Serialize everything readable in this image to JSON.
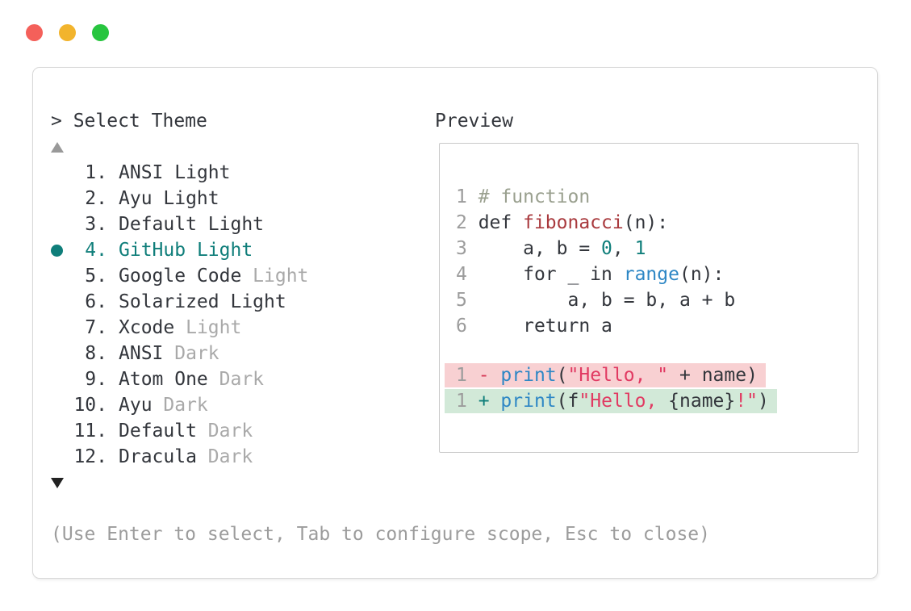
{
  "window": {
    "traffic_lights": [
      {
        "name": "close",
        "color": "#f4605a"
      },
      {
        "name": "minimize",
        "color": "#f2b42d"
      },
      {
        "name": "zoom",
        "color": "#27c53f"
      }
    ]
  },
  "theme_picker": {
    "title": "> Select Theme",
    "accent_color": "#0f7e7a",
    "text_color": "#33363c",
    "dim_color": "#a9a9a9",
    "scroll_up_icon": "triangle-up",
    "scroll_down_icon": "triangle-down",
    "items": [
      {
        "num": "1.",
        "name": "ANSI",
        "variant": "Light",
        "variant_dim": false,
        "selected": false
      },
      {
        "num": "2.",
        "name": "Ayu",
        "variant": "Light",
        "variant_dim": false,
        "selected": false
      },
      {
        "num": "3.",
        "name": "Default",
        "variant": "Light",
        "variant_dim": false,
        "selected": false
      },
      {
        "num": "4.",
        "name": "GitHub",
        "variant": "Light",
        "variant_dim": false,
        "selected": true
      },
      {
        "num": "5.",
        "name": "Google Code",
        "variant": "Light",
        "variant_dim": true,
        "selected": false
      },
      {
        "num": "6.",
        "name": "Solarized",
        "variant": "Light",
        "variant_dim": false,
        "selected": false
      },
      {
        "num": "7.",
        "name": "Xcode",
        "variant": "Light",
        "variant_dim": true,
        "selected": false
      },
      {
        "num": "8.",
        "name": "ANSI",
        "variant": "Dark",
        "variant_dim": true,
        "selected": false
      },
      {
        "num": "9.",
        "name": "Atom One",
        "variant": "Dark",
        "variant_dim": true,
        "selected": false
      },
      {
        "num": "10.",
        "name": "Ayu",
        "variant": "Dark",
        "variant_dim": true,
        "selected": false
      },
      {
        "num": "11.",
        "name": "Default",
        "variant": "Dark",
        "variant_dim": true,
        "selected": false
      },
      {
        "num": "12.",
        "name": "Dracula",
        "variant": "Dark",
        "variant_dim": true,
        "selected": false
      }
    ],
    "hint": "(Use Enter to select, Tab to configure scope, Esc to close)"
  },
  "preview": {
    "label": "Preview",
    "colors": {
      "plain": "#33363c",
      "comment": "#9aa08f",
      "func": "#a93a3e",
      "number": "#0f7e7a",
      "builtin": "#2e87c5",
      "string": "#e13a62",
      "minus": "#d63a57",
      "plus": "#0f7e7a",
      "line_number": "#9c9c9c",
      "diff_removed_bg": "#f8d0d2",
      "diff_added_bg": "#d2e9d8"
    },
    "code_lines": [
      {
        "num": "1",
        "tokens": [
          {
            "t": "# function",
            "c": "comment"
          }
        ]
      },
      {
        "num": "2",
        "tokens": [
          {
            "t": "def ",
            "c": "plain"
          },
          {
            "t": "fibonacci",
            "c": "func"
          },
          {
            "t": "(n):",
            "c": "plain"
          }
        ]
      },
      {
        "num": "3",
        "tokens": [
          {
            "t": "    a, b = ",
            "c": "plain"
          },
          {
            "t": "0",
            "c": "number"
          },
          {
            "t": ", ",
            "c": "plain"
          },
          {
            "t": "1",
            "c": "number"
          }
        ]
      },
      {
        "num": "4",
        "tokens": [
          {
            "t": "    for _ in ",
            "c": "plain"
          },
          {
            "t": "range",
            "c": "builtin"
          },
          {
            "t": "(n):",
            "c": "plain"
          }
        ]
      },
      {
        "num": "5",
        "tokens": [
          {
            "t": "        a, b = b, a + b",
            "c": "plain"
          }
        ]
      },
      {
        "num": "6",
        "tokens": [
          {
            "t": "    return a",
            "c": "plain"
          }
        ]
      }
    ],
    "diff_lines": [
      {
        "num": "1",
        "kind": "removed",
        "tokens": [
          {
            "t": "-",
            "c": "minus"
          },
          {
            "t": " ",
            "c": "plain"
          },
          {
            "t": "print",
            "c": "builtin"
          },
          {
            "t": "(",
            "c": "plain"
          },
          {
            "t": "\"Hello, \"",
            "c": "string"
          },
          {
            "t": " + name)",
            "c": "plain"
          }
        ]
      },
      {
        "num": "1",
        "kind": "added",
        "tokens": [
          {
            "t": "+",
            "c": "plus"
          },
          {
            "t": " ",
            "c": "plain"
          },
          {
            "t": "print",
            "c": "builtin"
          },
          {
            "t": "(f",
            "c": "plain"
          },
          {
            "t": "\"Hello, ",
            "c": "string"
          },
          {
            "t": "{name}",
            "c": "plain"
          },
          {
            "t": "!\"",
            "c": "string"
          },
          {
            "t": ")",
            "c": "plain"
          }
        ]
      }
    ]
  }
}
